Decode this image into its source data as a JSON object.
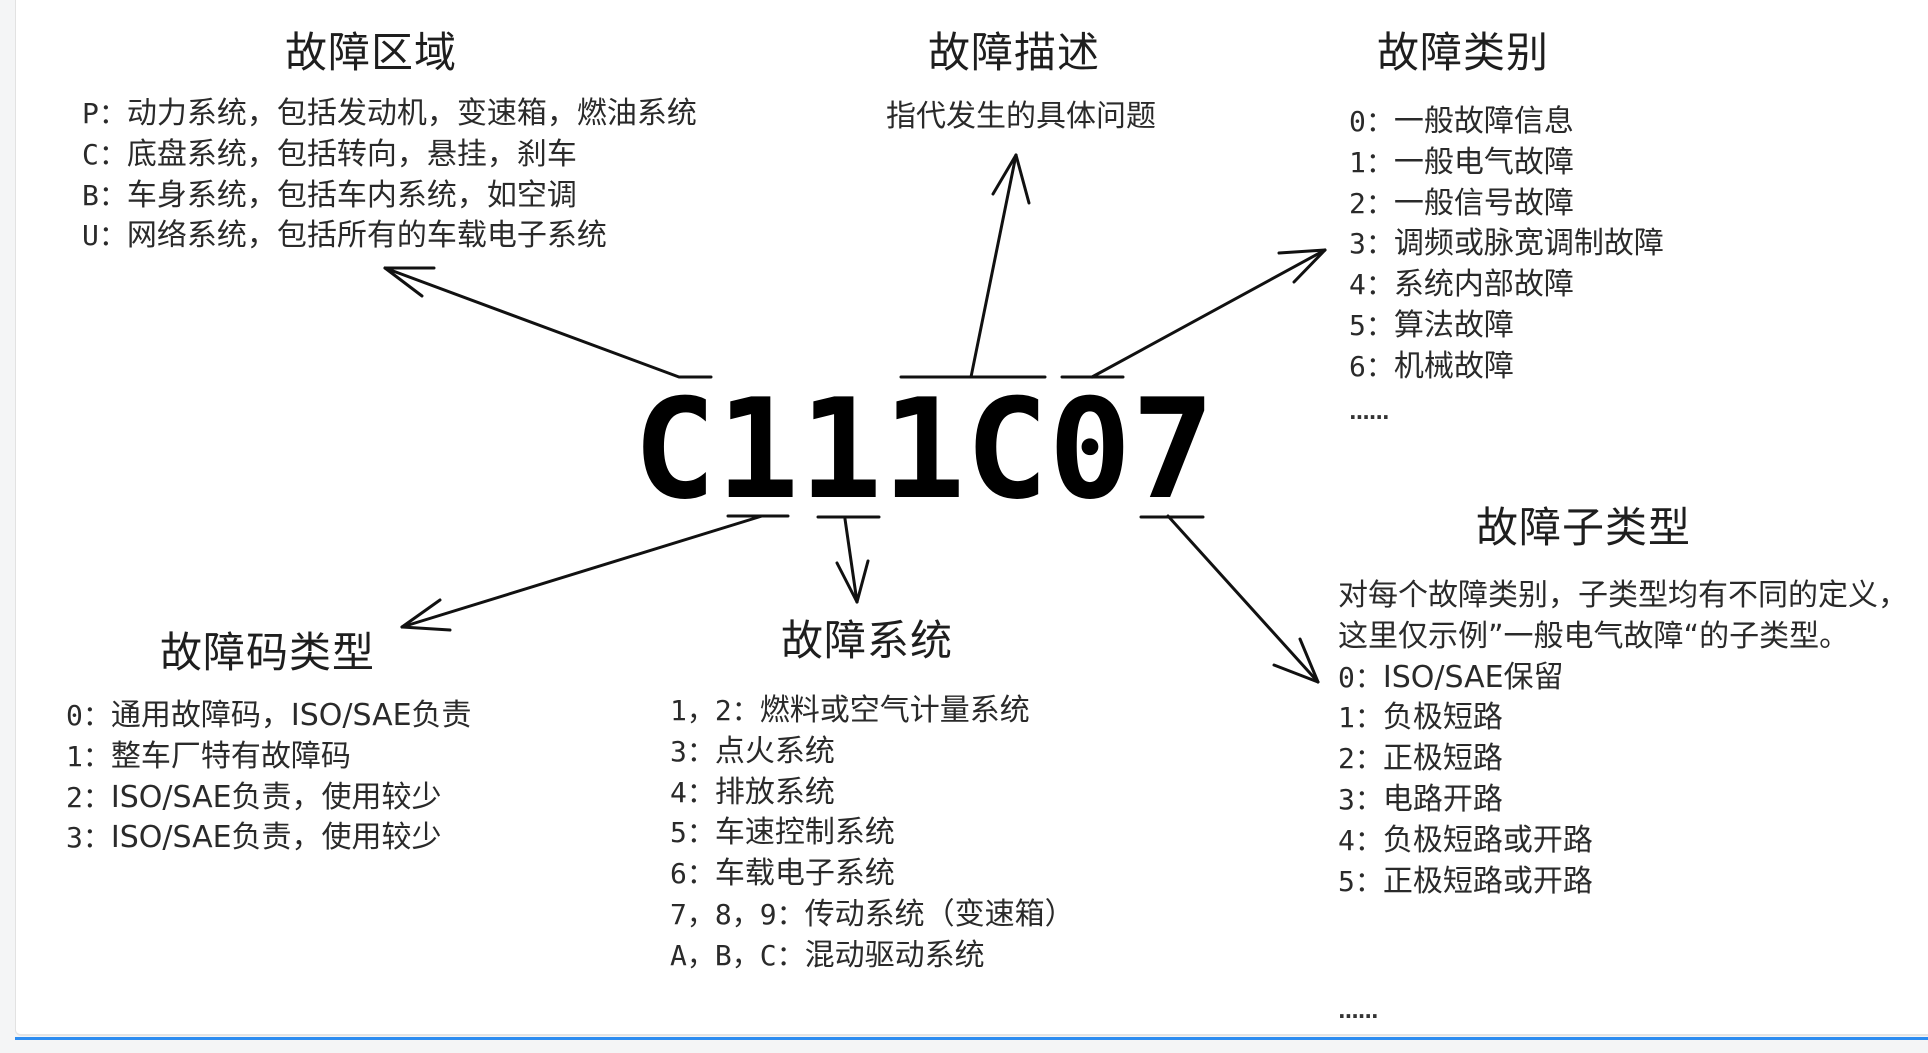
{
  "diagram": {
    "code": "C111C07",
    "fault_area": {
      "title": "故障区域",
      "items": [
        {
          "key": "P：",
          "text": "动力系统，包括发动机，变速箱，燃油系统"
        },
        {
          "key": "C：",
          "text": "底盘系统，包括转向，悬挂，刹车"
        },
        {
          "key": "B：",
          "text": "车身系统，包括车内系统，如空调"
        },
        {
          "key": "U：",
          "text": "网络系统，包括所有的车载电子系统"
        }
      ]
    },
    "fault_description": {
      "title": "故障描述",
      "text": "指代发生的具体问题"
    },
    "fault_category": {
      "title": "故障类别",
      "items": [
        {
          "key": "0：",
          "text": "一般故障信息"
        },
        {
          "key": "1：",
          "text": "一般电气故障"
        },
        {
          "key": "2：",
          "text": "一般信号故障"
        },
        {
          "key": "3：",
          "text": "调频或脉宽调制故障"
        },
        {
          "key": "4：",
          "text": "系统内部故障"
        },
        {
          "key": "5：",
          "text": "算法故障"
        },
        {
          "key": "6：",
          "text": "机械故障"
        }
      ],
      "ellipsis": "......"
    },
    "code_type": {
      "title": "故障码类型",
      "items": [
        {
          "key": "0：",
          "text": "通用故障码，ISO/SAE负责"
        },
        {
          "key": "1：",
          "text": "整车厂特有故障码"
        },
        {
          "key": "2：",
          "text": "ISO/SAE负责，使用较少"
        },
        {
          "key": "3：",
          "text": "ISO/SAE负责，使用较少"
        }
      ]
    },
    "fault_system": {
      "title": "故障系统",
      "items": [
        {
          "key": "1，2：",
          "text": "燃料或空气计量系统"
        },
        {
          "key": "3：",
          "text": "点火系统"
        },
        {
          "key": "4：",
          "text": "排放系统"
        },
        {
          "key": "5：",
          "text": "车速控制系统"
        },
        {
          "key": "6：",
          "text": "车载电子系统"
        },
        {
          "key": "7，8，9：",
          "text": "传动系统（变速箱）"
        },
        {
          "key": "A，B，C：",
          "text": "混动驱动系统"
        }
      ]
    },
    "fault_subtype": {
      "title": "故障子类型",
      "description": [
        "对每个故障类别，子类型均有不同的定义，",
        "这里仅示例”一般电气故障“的子类型。"
      ],
      "items": [
        {
          "key": "0：",
          "text": "ISO/SAE保留"
        },
        {
          "key": "1：",
          "text": "负极短路"
        },
        {
          "key": "2：",
          "text": "正极短路"
        },
        {
          "key": "3：",
          "text": "电路开路"
        },
        {
          "key": "4：",
          "text": "负极短路或开路"
        },
        {
          "key": "5：",
          "text": "正极短路或开路"
        }
      ],
      "ellipsis": "......"
    }
  },
  "colors": {
    "accent_line": "#2d8cf0",
    "background": "#f4f5f6",
    "card": "#ffffff",
    "ink": "#111111"
  }
}
